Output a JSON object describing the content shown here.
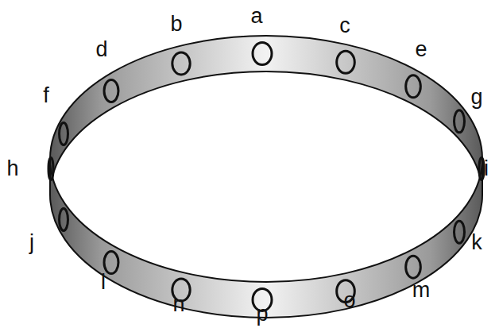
{
  "diagram": {
    "labels": [
      "a",
      "b",
      "c",
      "d",
      "e",
      "f",
      "g",
      "h",
      "i",
      "j",
      "k",
      "l",
      "m",
      "n",
      "o",
      "p"
    ]
  }
}
